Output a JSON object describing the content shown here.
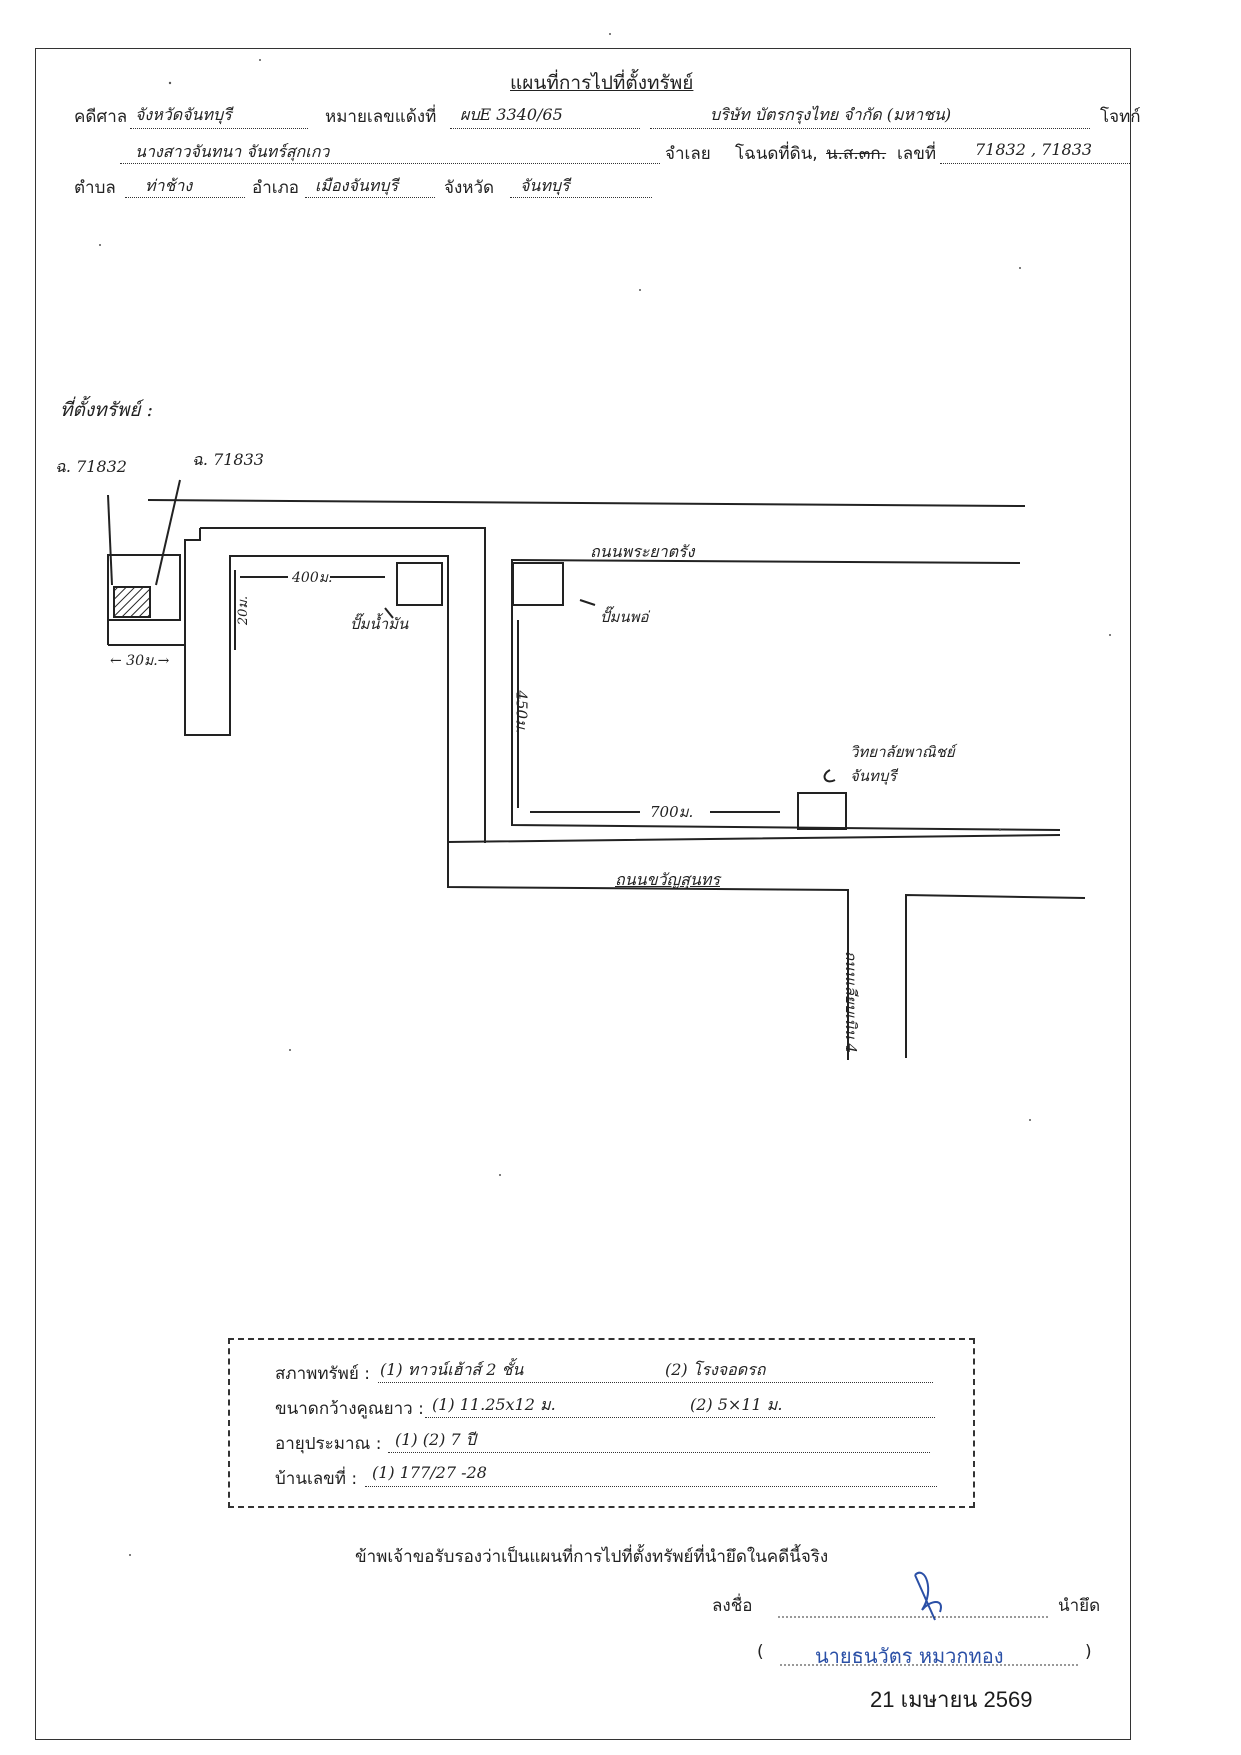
{
  "header": {
    "title": "แผนที่การไปที่ตั้งทรัพย์",
    "court_label": "คดีศาล",
    "court_value": "จังหวัดจันทบุรี",
    "case_no_label": "หมายเลขแด้งที่",
    "case_no_value": "ผบE 3340/65",
    "plaintiff_value": "บริษัท บัตรกรุงไทย จำกัด (มหาชน)",
    "plaintiff_label": "โจทก์",
    "defendant_value": "นางสาวจันทนา จันทร์สุกเกว",
    "defendant_label": "จำเลย",
    "deed_label": "โฉนดที่ดิน,",
    "deed_struck": "น.ส.๓ก.",
    "deed_no_label": "เลขที่",
    "deed_no_value": "71832 , 71833",
    "subdistrict_label": "ตำบล",
    "subdistrict_value": "ท่าช้าง",
    "district_label": "อำเภอ",
    "district_value": "เมืองจันทบุรี",
    "province_label": "จังหวัด",
    "province_value": "จันทบุรี"
  },
  "map": {
    "property_location": "ที่ตั้งทรัพย์ :",
    "deed_a": "ฉ. 71832",
    "deed_b": "ฉ. 71833",
    "dist_left": "← 30ม.→",
    "dist_top": "400ม.",
    "dist_down": "20ม.",
    "gas_station": "ปั๊มน้ำมัน",
    "road_top": "ถนนพระยาตรัง",
    "shop_corner": "ปั๊มนพอ่",
    "dist_vertical": "450ม.",
    "dist_bottom": "700ม.",
    "college": "วิทยาลัยพาณิชย์จันทบุรี",
    "road_bottom": "ถนนขวัญสุนทร",
    "road_right": "ถนนเลียบเนิน 4"
  },
  "details": {
    "asset_label": "สภาพทรัพย์ :",
    "asset_value1": "(1) ทาวน์เฮ้าส์ 2 ชั้น",
    "asset_value2": "(2) โรงจอดรถ",
    "size_label": "ขนาดกว้างคูณยาว :",
    "size_value1": "(1) 11.25x12 ม.",
    "size_value2": "(2) 5×11 ม.",
    "age_label": "อายุประมาณ :",
    "age_value": "(1) (2) 7 ปี",
    "house_no_label": "บ้านเลขที่ :",
    "house_no_value": "(1) 177/27 -28"
  },
  "footer": {
    "certify": "ข้าพเจ้าขอรับรองว่าเป็นแผนที่การไปที่ตั้งทรัพย์ที่นำยึดในคดีนี้จริง",
    "sign_label": "ลงชื่อ",
    "sign_role": "นำยึด",
    "signer_name": "นายธนวัตร หมวกทอง",
    "paren_open": "(",
    "paren_close": ")",
    "date": "21 เมษายน 2569"
  }
}
